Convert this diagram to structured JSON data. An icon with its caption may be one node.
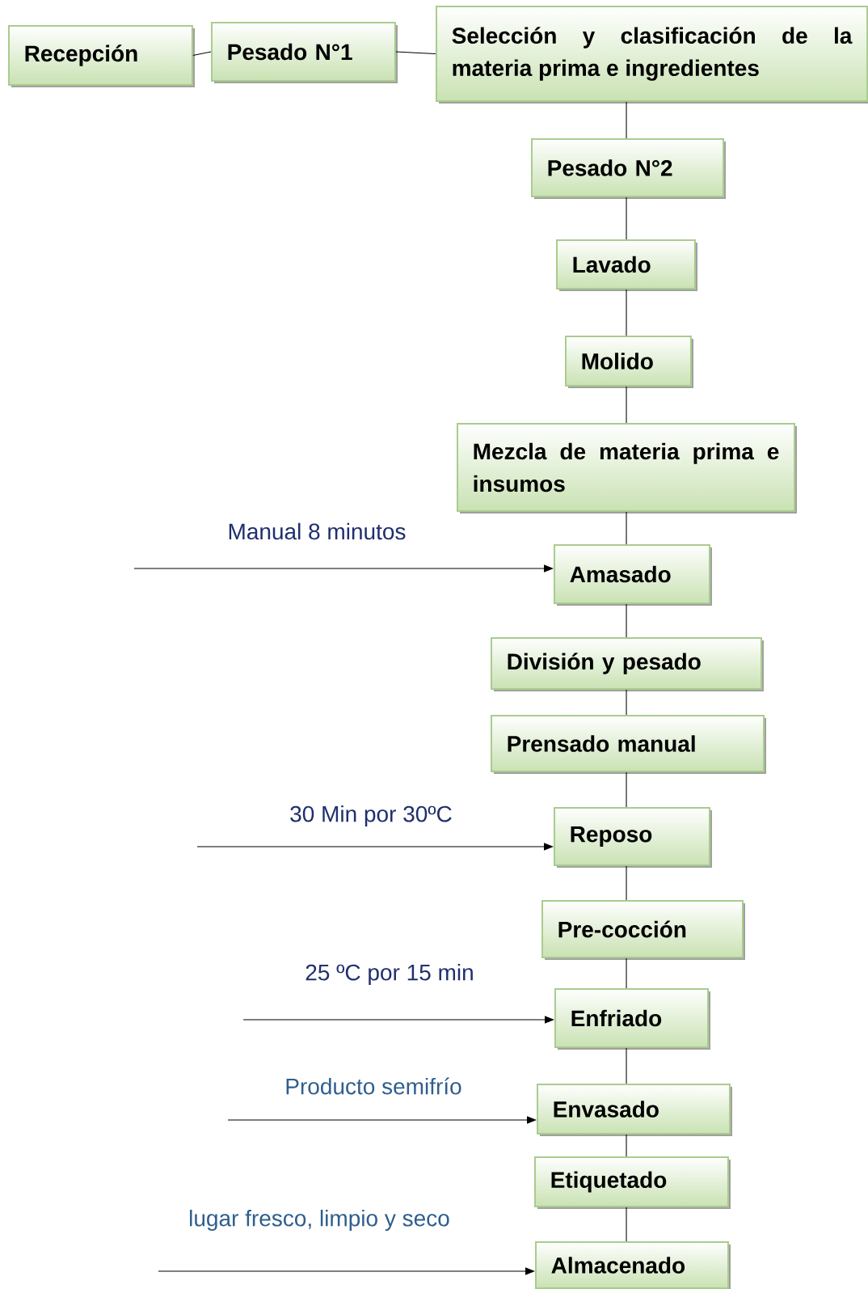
{
  "diagram": {
    "nodes": [
      {
        "text": [
          "Recepción"
        ]
      },
      {
        "text": [
          "Pesado N°1"
        ]
      },
      {
        "text": [
          "Selección y clasificación de la materia prima e ingredientes"
        ]
      },
      {
        "text": [
          "Pesado N°2"
        ]
      },
      {
        "text": [
          "Lavado"
        ]
      },
      {
        "text": [
          "Molido"
        ]
      },
      {
        "text": [
          "Mezcla de materia prima e insumos"
        ]
      },
      {
        "text": [
          "Amasado"
        ]
      },
      {
        "text": [
          "División y pesado"
        ]
      },
      {
        "text": [
          "Prensado manual"
        ]
      },
      {
        "text": [
          "Reposo"
        ]
      },
      {
        "text": [
          "Pre-cocción"
        ]
      },
      {
        "text": [
          "Enfriado"
        ]
      },
      {
        "text": [
          "Envasado"
        ]
      },
      {
        "text": [
          "Etiquetado"
        ]
      },
      {
        "text": [
          "Almacenado"
        ]
      }
    ],
    "edges": [
      {
        "from": 0,
        "to": 1,
        "arrow": "none"
      },
      {
        "from": 1,
        "to": 2,
        "arrow": "none"
      },
      {
        "from": 2,
        "to": 3,
        "arrow": "none"
      },
      {
        "from": 3,
        "to": 4,
        "arrow": "none"
      },
      {
        "from": 4,
        "to": 5,
        "arrow": "none"
      },
      {
        "from": 5,
        "to": 6,
        "arrow": "none"
      },
      {
        "from": 6,
        "to": 7,
        "arrow": "none"
      },
      {
        "from": 7,
        "to": 8,
        "arrow": "none"
      },
      {
        "from": 8,
        "to": 9,
        "arrow": "none"
      },
      {
        "from": 9,
        "to": 10,
        "arrow": "none"
      },
      {
        "from": 10,
        "to": 11,
        "arrow": "none"
      },
      {
        "from": 11,
        "to": 12,
        "arrow": "none"
      },
      {
        "from": 12,
        "to": 13,
        "arrow": "none"
      },
      {
        "from": 13,
        "to": 14,
        "arrow": "none"
      },
      {
        "from": 14,
        "to": 15,
        "arrow": "none"
      },
      {
        "from": null,
        "to": 7,
        "arrow": "to",
        "label": "Manual 8 minutos"
      },
      {
        "from": null,
        "to": 10,
        "arrow": "to",
        "label": "30 Min por 30ºC"
      },
      {
        "from": null,
        "to": 12,
        "arrow": "to",
        "label": "25 ºC por 15 min"
      },
      {
        "from": null,
        "to": 13,
        "arrow": "to",
        "label": "Producto semifrío"
      },
      {
        "from": null,
        "to": 15,
        "arrow": "to",
        "label": "lugar fresco, limpio y seco"
      }
    ]
  }
}
